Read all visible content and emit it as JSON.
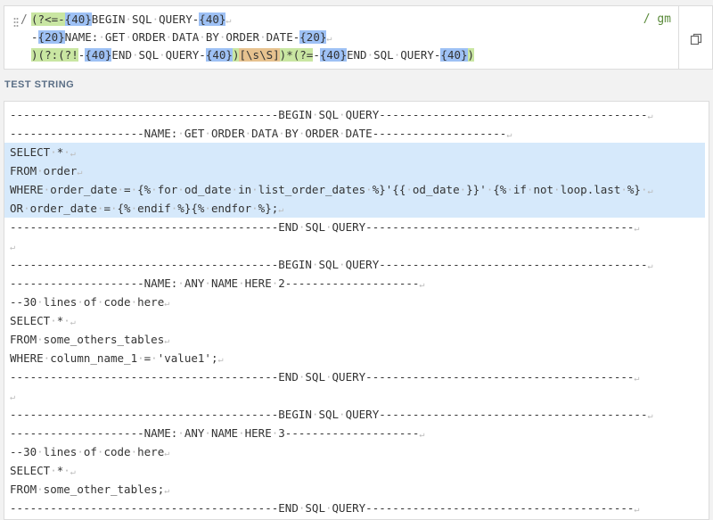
{
  "regex": {
    "open_delim": "/",
    "flags": "/ gm",
    "lines": [
      [
        {
          "t": "(?<=",
          "c": "grp"
        },
        {
          "t": "-",
          "c": "grp"
        },
        {
          "t": "{40}",
          "c": "q"
        },
        {
          "t": "BEGIN SQL QUERY",
          "c": "lit"
        },
        {
          "t": "-",
          "c": "lit"
        },
        {
          "t": "{40}",
          "c": "q"
        }
      ],
      [
        {
          "t": "-",
          "c": "lit"
        },
        {
          "t": "{20}",
          "c": "q"
        },
        {
          "t": "NAME: GET ORDER DATA BY ORDER DATE",
          "c": "lit"
        },
        {
          "t": "-",
          "c": "lit"
        },
        {
          "t": "{20}",
          "c": "q"
        }
      ],
      [
        {
          "t": ")(?:",
          "c": "grp"
        },
        {
          "t": "(?!",
          "c": "grp"
        },
        {
          "t": "-",
          "c": "lit"
        },
        {
          "t": "{40}",
          "c": "q"
        },
        {
          "t": "END SQL QUERY",
          "c": "lit"
        },
        {
          "t": "-",
          "c": "lit"
        },
        {
          "t": "{40}",
          "c": "q"
        },
        {
          "t": ")",
          "c": "grp"
        },
        {
          "t": "[\\s\\S]",
          "c": "cls"
        },
        {
          "t": ")*",
          "c": "grp"
        },
        {
          "t": "(?=",
          "c": "grp"
        },
        {
          "t": "-",
          "c": "lit"
        },
        {
          "t": "{40}",
          "c": "q"
        },
        {
          "t": "END SQL QUERY",
          "c": "lit"
        },
        {
          "t": "-",
          "c": "lit"
        },
        {
          "t": "{40}",
          "c": "q"
        },
        {
          "t": ")",
          "c": "grp"
        }
      ]
    ]
  },
  "section_label": "TEST STRING",
  "test_lines": [
    {
      "text": "----------------------------------------BEGIN SQL QUERY----------------------------------------",
      "match": false
    },
    {
      "text": "--------------------NAME: GET ORDER DATA BY ORDER DATE--------------------",
      "match": false
    },
    {
      "text": "SELECT * ",
      "match": true
    },
    {
      "text": "FROM order",
      "match": true
    },
    {
      "text": "WHERE order_date = {% for od_date in list_order_dates %}'{{ od_date }}' {% if not loop.last %} ",
      "match": true
    },
    {
      "text": "OR order_date = {% endif %}{% endfor %};",
      "match": true
    },
    {
      "text": "----------------------------------------END SQL QUERY----------------------------------------",
      "match": false
    },
    {
      "text": "",
      "match": false
    },
    {
      "text": "----------------------------------------BEGIN SQL QUERY----------------------------------------",
      "match": false
    },
    {
      "text": "--------------------NAME: ANY NAME HERE 2--------------------",
      "match": false
    },
    {
      "text": "--30 lines of code here",
      "match": false
    },
    {
      "text": "SELECT * ",
      "match": false
    },
    {
      "text": "FROM some_others_tables",
      "match": false
    },
    {
      "text": "WHERE column_name_1 = 'value1';",
      "match": false
    },
    {
      "text": "----------------------------------------END SQL QUERY----------------------------------------",
      "match": false
    },
    {
      "text": "",
      "match": false
    },
    {
      "text": "----------------------------------------BEGIN SQL QUERY----------------------------------------",
      "match": false
    },
    {
      "text": "--------------------NAME: ANY NAME HERE 3--------------------",
      "match": false
    },
    {
      "text": "--30 lines of code here",
      "match": false
    },
    {
      "text": "SELECT * ",
      "match": false
    },
    {
      "text": "FROM some_other_tables;",
      "match": false
    },
    {
      "text": "----------------------------------------END SQL QUERY----------------------------------------",
      "match": false
    }
  ],
  "icons": {
    "copy": "copy-icon",
    "drag": "drag-handle-icon"
  },
  "colors": {
    "group": "#c9e6a2",
    "quantifier": "#9ec1f5",
    "char_class": "#e7c28f",
    "match_highlight": "#d6e9fb",
    "flags": "#5a8a3a"
  }
}
